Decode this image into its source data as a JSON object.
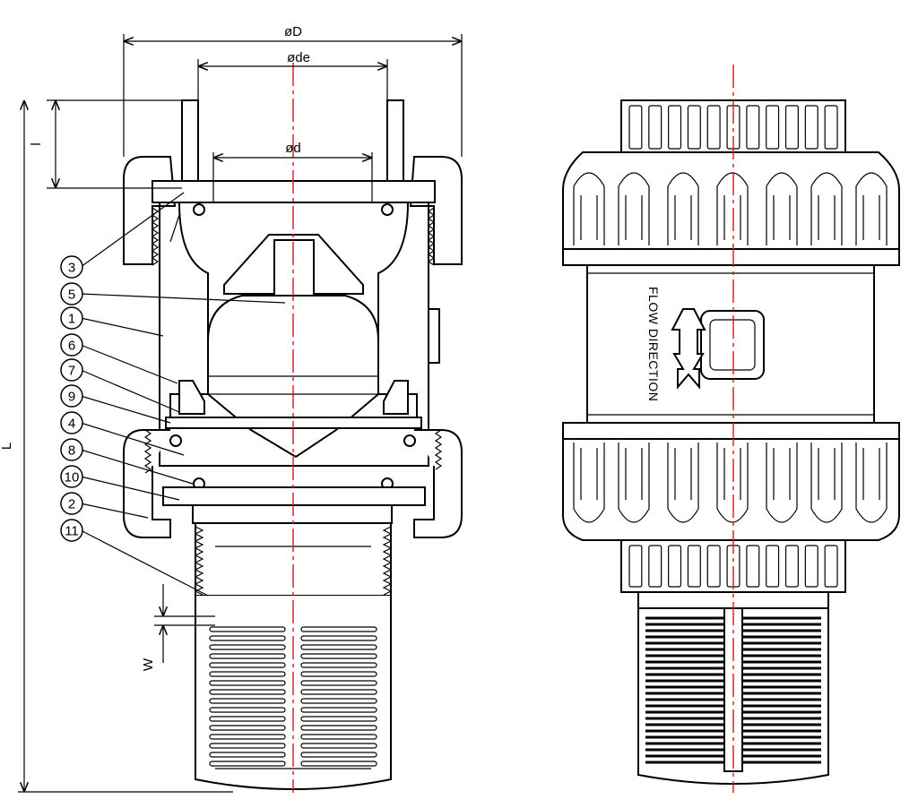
{
  "dimensions": {
    "outer_diameter": "øD",
    "end_diameter": "øde",
    "inner_diameter": "ød",
    "socket_length": "l",
    "total_length": "L",
    "slot_width": "W"
  },
  "flow_label": "FLOW DIRECTION",
  "callouts": [
    "3",
    "5",
    "1",
    "6",
    "7",
    "9",
    "4",
    "8",
    "10",
    "2",
    "11"
  ]
}
